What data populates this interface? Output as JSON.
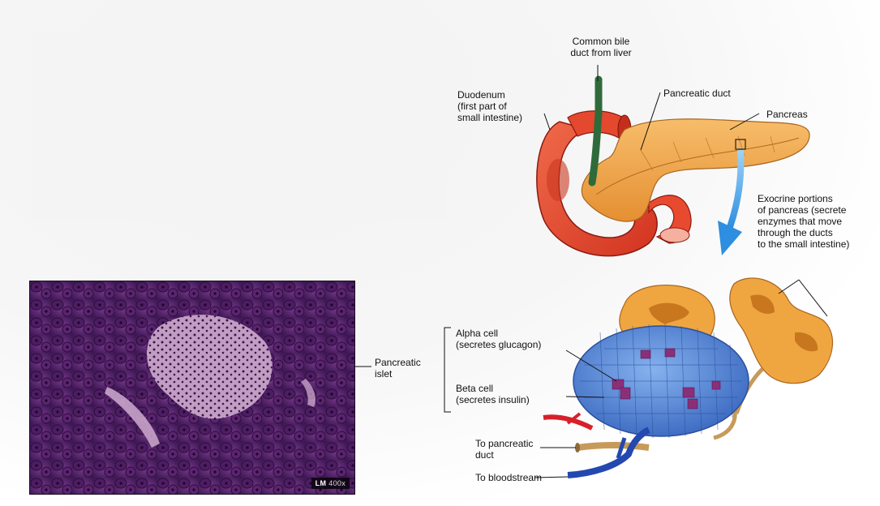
{
  "micrograph": {
    "badge_bold": "LM",
    "badge_mag": "400x"
  },
  "labels": {
    "common_bile_duct": "Common bile\nduct from liver",
    "duodenum": "Duodenum\n(first part of\nsmall intestine)",
    "pancreatic_duct": "Pancreatic duct",
    "pancreas": "Pancreas",
    "exocrine": "Exocrine portions\nof pancreas (secrete\nenzymes that move\nthrough the ducts\nto the small intestine)",
    "pancreatic_islet": "Pancreatic\nislet",
    "alpha_cell": "Alpha cell\n(secretes glucagon)",
    "beta_cell": "Beta cell\n(secretes insulin)",
    "to_pancreatic_duct": "To pancreatic\nduct",
    "to_bloodstream": "To bloodstream"
  },
  "colors": {
    "duodenum": "#e8432c",
    "pancreas": "#f2a64a",
    "bile_duct": "#2f6b3a",
    "islet": "#5a8ad6",
    "alpha_cells": "#8a2f7a",
    "arrow": "#3aa0e8",
    "artery": "#d8202a",
    "vein": "#2348b0",
    "duct": "#c79a5a",
    "micrograph": "#5b2a72"
  }
}
